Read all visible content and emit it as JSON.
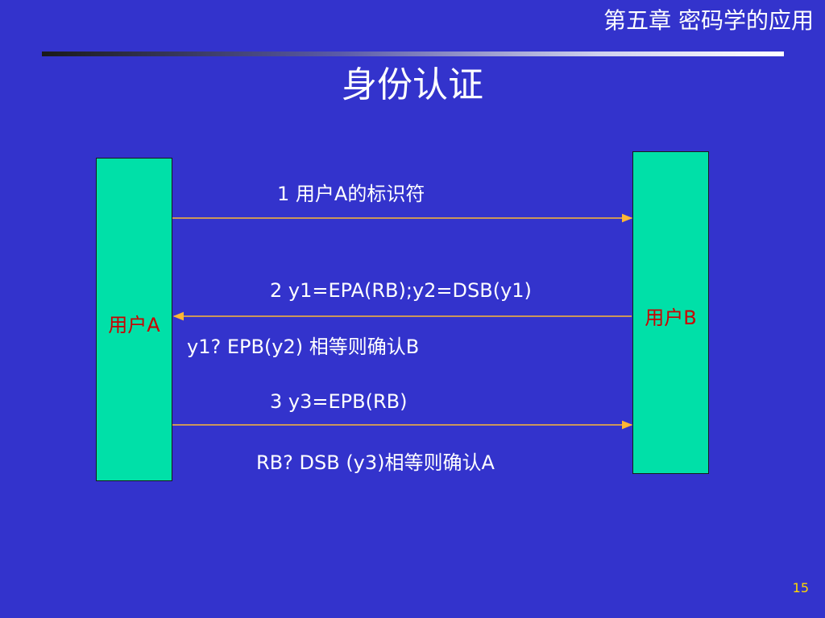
{
  "header": {
    "chapter_title": "第五章 密码学的应用",
    "slide_title": "身份认证"
  },
  "diagram": {
    "box_a_label": "用户A",
    "box_b_label": "用户B",
    "messages": [
      {
        "step": "1",
        "text": "1 用户A的标识符",
        "direction": "A-to-B"
      },
      {
        "step": "2",
        "text": "2 y1=EPA(RB);y2=DSB(y1)",
        "direction": "B-to-A"
      },
      {
        "step": "3",
        "text": "3 y3=EPB(RB)",
        "direction": "A-to-B"
      }
    ],
    "check_a": "y1? EPB(y2)  相等则确认B",
    "check_b": "RB? DSB (y3)相等则确认A"
  },
  "footer": {
    "page_number": "15"
  },
  "colors": {
    "background": "#3333cc",
    "box_fill": "#00e0a8",
    "box_label": "#cc0000",
    "arrow": "#ffb733",
    "page_number": "#ffd700"
  }
}
